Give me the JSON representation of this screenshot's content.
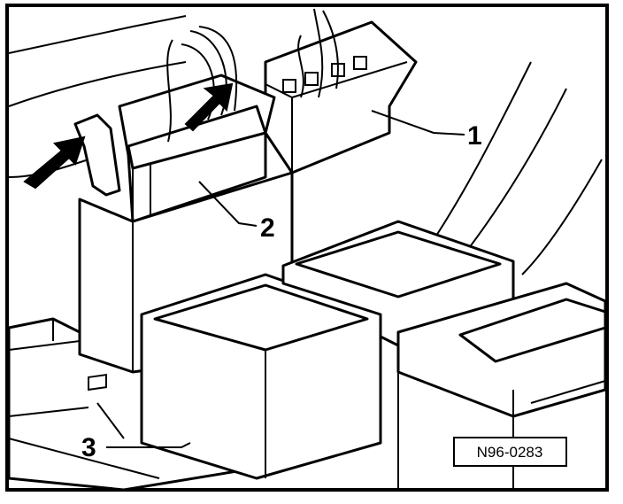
{
  "diagram": {
    "callouts": [
      {
        "id": "1",
        "text": "1"
      },
      {
        "id": "2",
        "text": "2"
      },
      {
        "id": "3",
        "text": "3"
      }
    ],
    "reference_code": "N96-0283"
  }
}
